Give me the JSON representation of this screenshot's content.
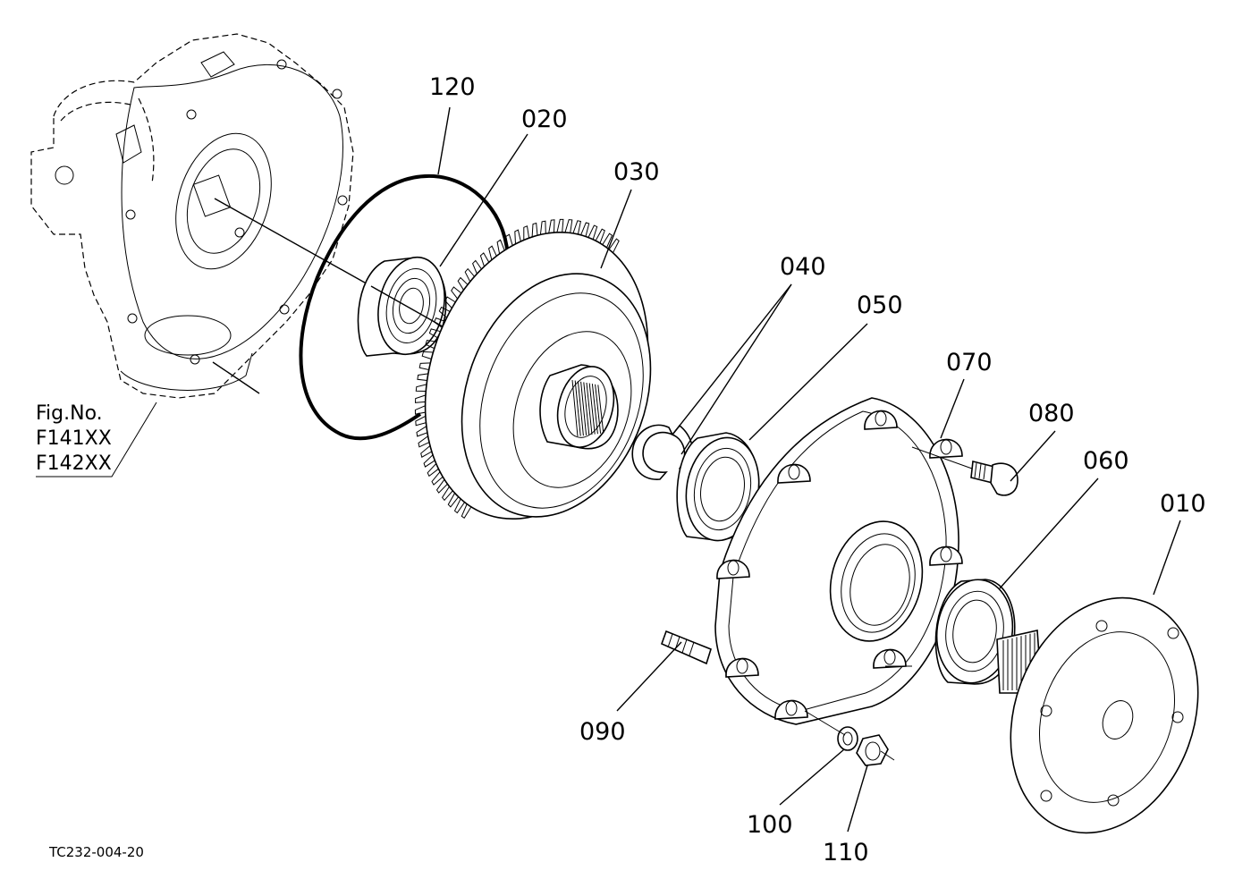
{
  "callouts": [
    {
      "id": "p120",
      "label": "120"
    },
    {
      "id": "p020",
      "label": "020"
    },
    {
      "id": "p030",
      "label": "030"
    },
    {
      "id": "p040",
      "label": "040"
    },
    {
      "id": "p050",
      "label": "050"
    },
    {
      "id": "p070",
      "label": "070"
    },
    {
      "id": "p080",
      "label": "080"
    },
    {
      "id": "p060",
      "label": "060"
    },
    {
      "id": "p010",
      "label": "010"
    },
    {
      "id": "p090",
      "label": "090"
    },
    {
      "id": "p100",
      "label": "100"
    },
    {
      "id": "p110",
      "label": "110"
    }
  ],
  "figure_ref": {
    "line1": "Fig.No.",
    "line2": "F141XX",
    "line3": "F142XX"
  },
  "drawing_code": "TC232-004-20"
}
